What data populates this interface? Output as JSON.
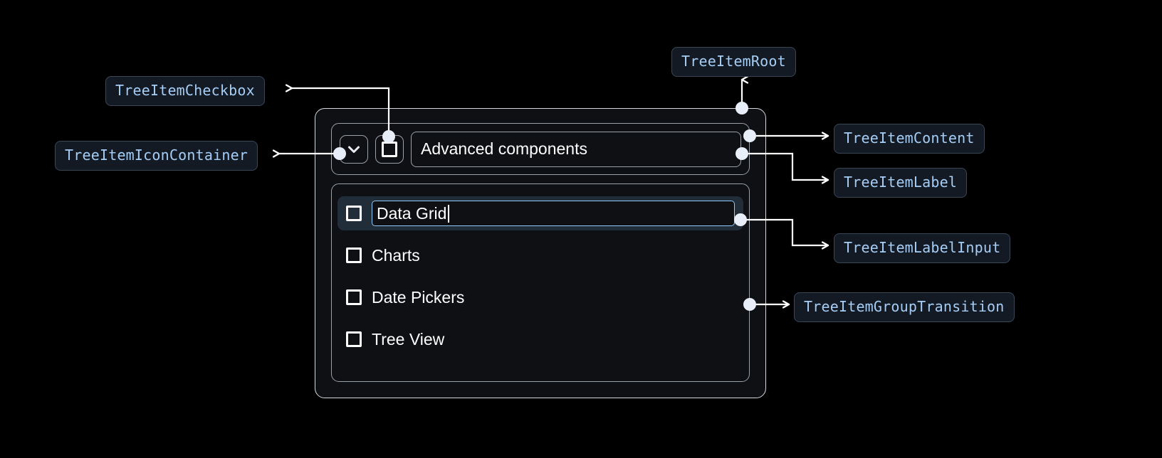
{
  "page": {
    "background": "#000000",
    "title": "Tree Item anatomy diagram"
  },
  "theme": {
    "chip_bg": "#131a24",
    "chip_border": "#3b4654",
    "chip_text": "#a6cdf5",
    "card_bg": "#0e1013",
    "card_border": "#d6dade",
    "inner_border": "#9aa1a9",
    "selected_row_bg": "#222d3a",
    "input_focus_border": "#90caf9",
    "connector": "#ffffff",
    "text": "#ffffff"
  },
  "annotations": [
    {
      "id": "tree-item-checkbox",
      "label": "TreeItemCheckbox"
    },
    {
      "id": "tree-item-icon-container",
      "label": "TreeItemIconContainer"
    },
    {
      "id": "tree-item-root",
      "label": "TreeItemRoot"
    },
    {
      "id": "tree-item-content",
      "label": "TreeItemContent"
    },
    {
      "id": "tree-item-label",
      "label": "TreeItemLabel"
    },
    {
      "id": "tree-item-label-input",
      "label": "TreeItemLabelInput"
    },
    {
      "id": "tree-item-group-transition",
      "label": "TreeItemGroupTransition"
    }
  ],
  "tree": {
    "root": {
      "expand_icon": "chevron-down-icon",
      "expanded": true,
      "checkbox_checked": false,
      "label": "Advanced components"
    },
    "children": [
      {
        "label": "Data Grid",
        "checked": false,
        "editing": true,
        "selected": true
      },
      {
        "label": "Charts",
        "checked": false,
        "editing": false,
        "selected": false
      },
      {
        "label": "Date Pickers",
        "checked": false,
        "editing": false,
        "selected": false
      },
      {
        "label": "Tree View",
        "checked": false,
        "editing": false,
        "selected": false
      }
    ]
  }
}
